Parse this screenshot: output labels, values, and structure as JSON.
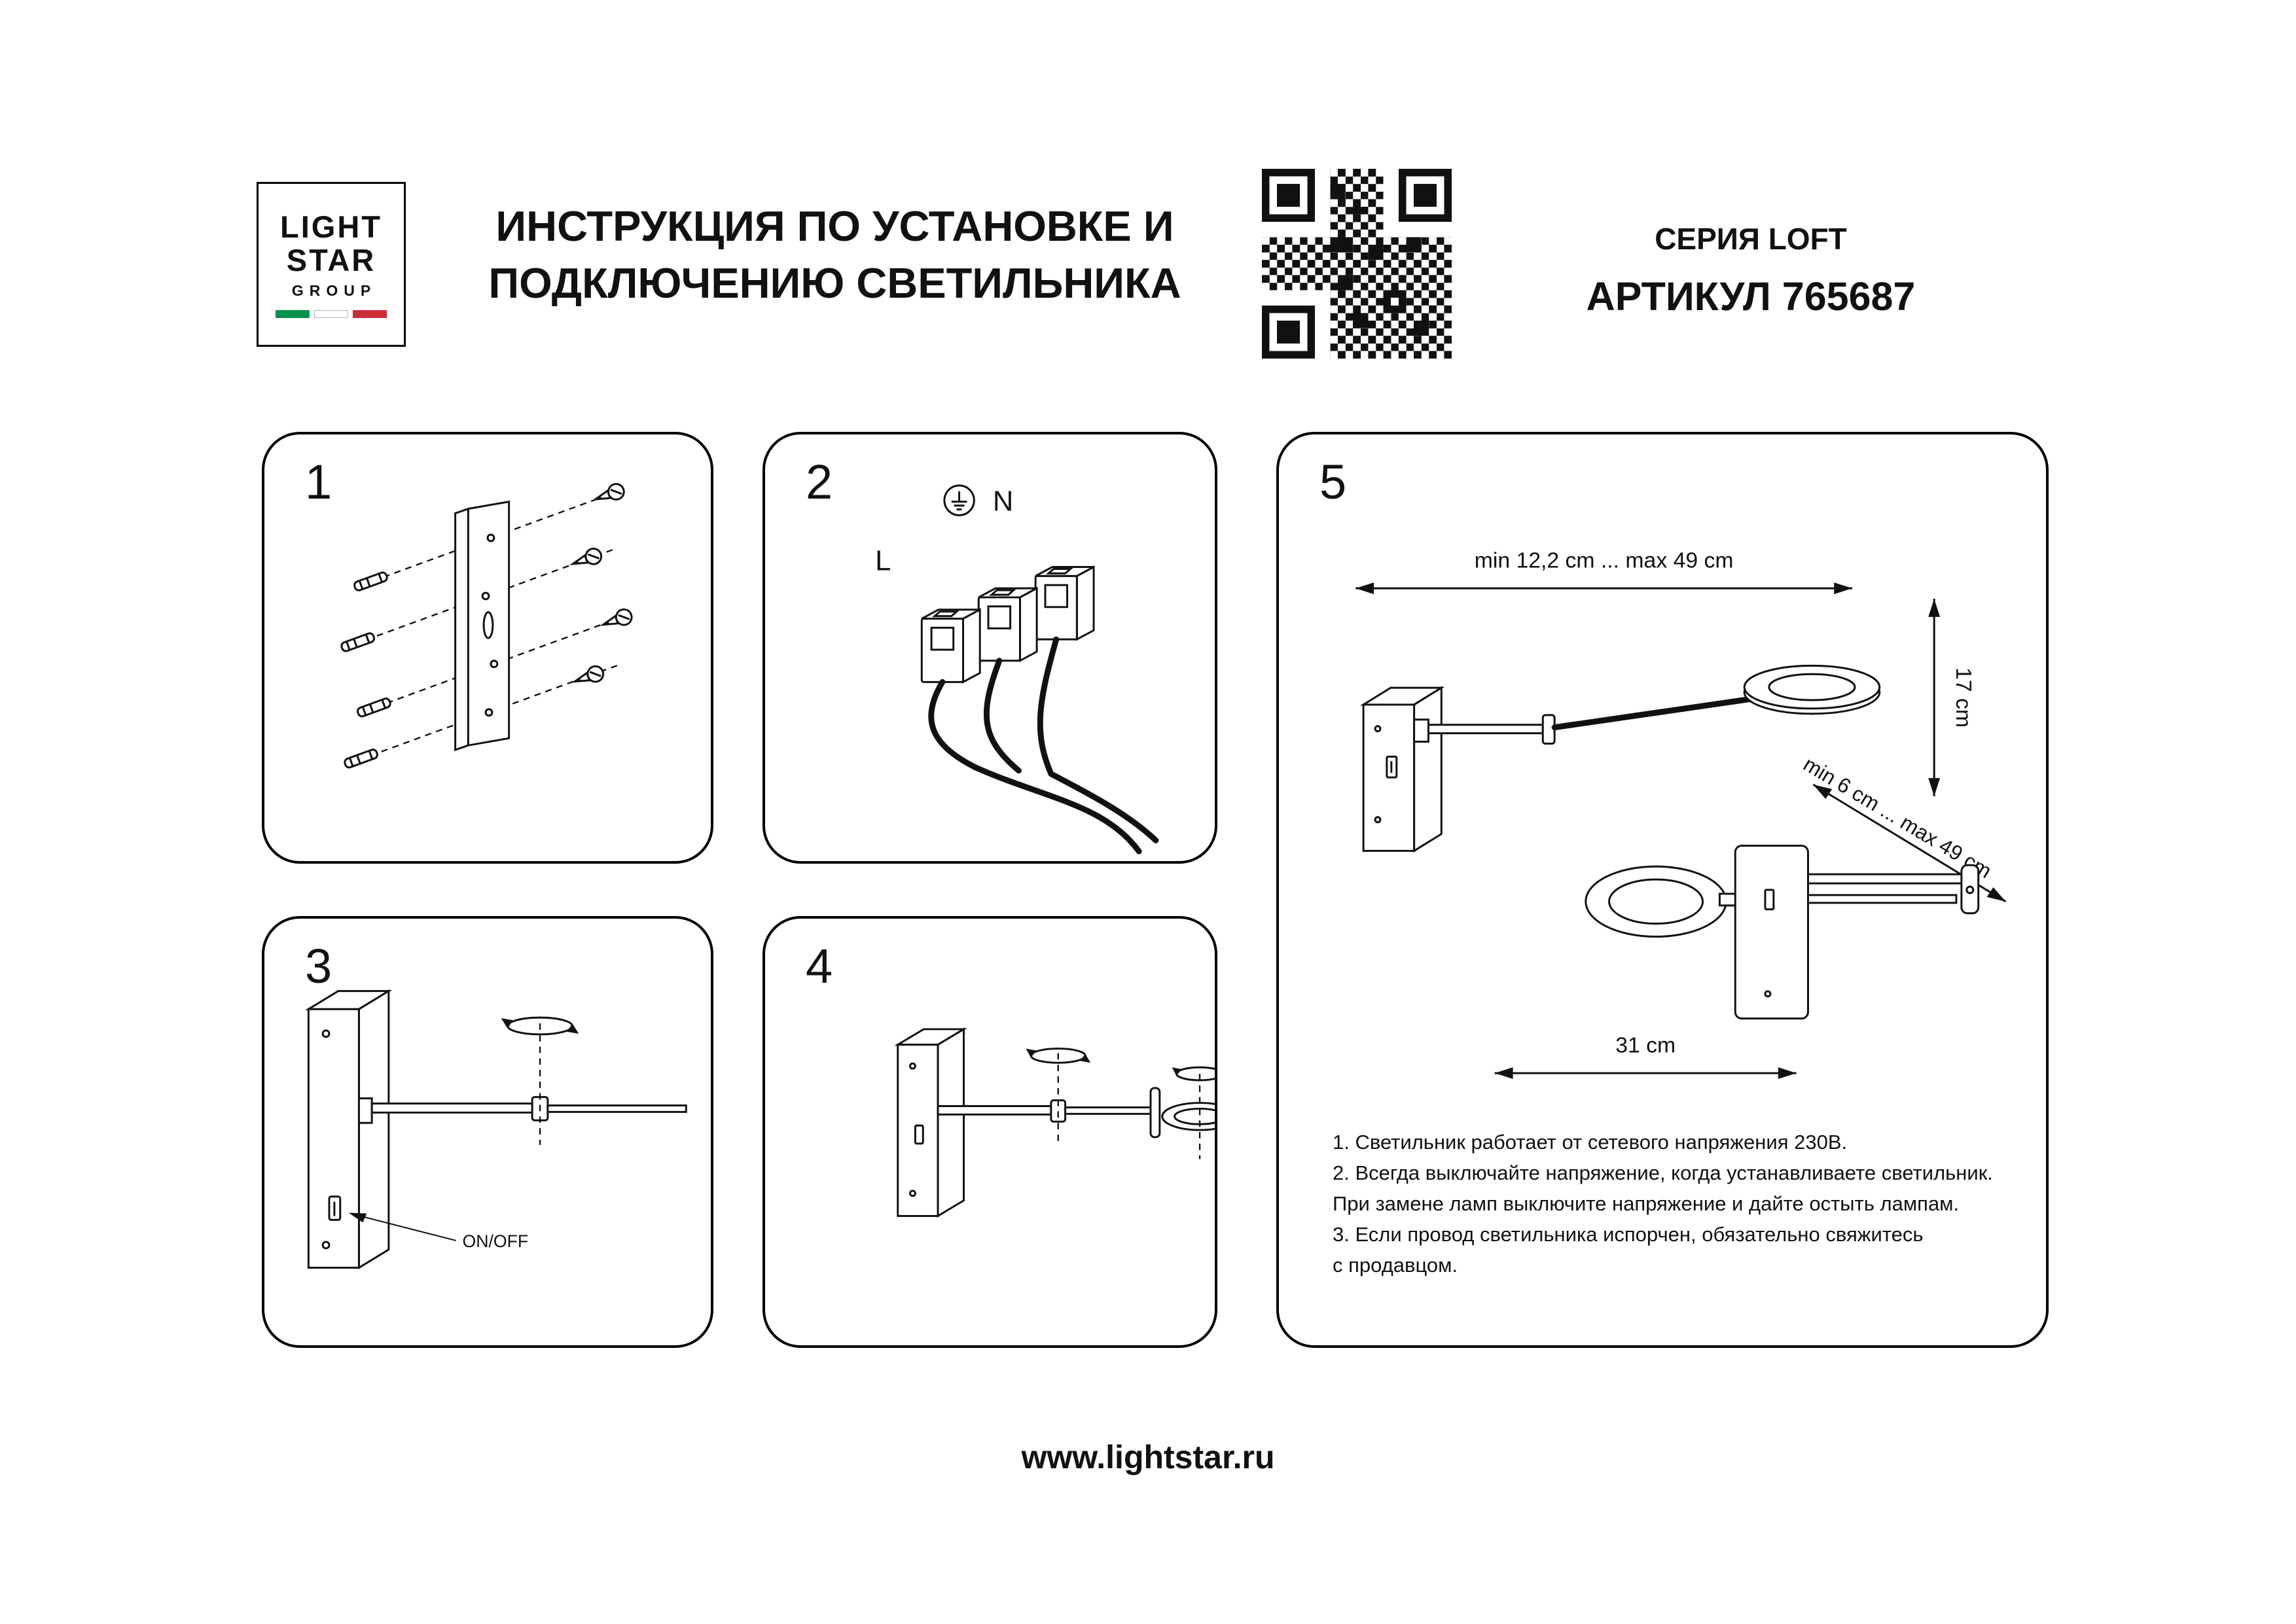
{
  "header": {
    "logo": {
      "line1": "LIGHT",
      "line2": "STAR",
      "line3": "GROUP"
    },
    "title": {
      "line1": "ИНСТРУКЦИЯ ПО УСТАНОВКЕ И",
      "line2": "ПОДКЛЮЧЕНИЮ СВЕТИЛЬНИКА"
    },
    "product": {
      "series": "СЕРИЯ LOFT",
      "article": "АРТИКУЛ 765687"
    }
  },
  "panels": {
    "p1": {
      "num": "1"
    },
    "p2": {
      "num": "2",
      "label_n": "N",
      "label_l": "L"
    },
    "p3": {
      "num": "3",
      "onoff": "ON/OFF"
    },
    "p4": {
      "num": "4"
    },
    "p5": {
      "num": "5",
      "dims": {
        "top": "min 12,2 cm ... max 49 cm",
        "height": "17 cm",
        "diag": "min 6 cm ... max 49 cm",
        "width": "31 cm"
      },
      "notes": [
        "1. Светильник работает от сетевого напряжения 230В.",
        "2. Всегда выключайте напряжение, когда устанавливаете светильник.",
        "При замене ламп выключите напряжение и дайте остыть лампам.",
        "3. Если провод светильника испорчен, обязательно свяжитесь",
        "с продавцом."
      ]
    }
  },
  "footer": {
    "url": "www.lightstar.ru"
  },
  "colors": {
    "ink": "#111111",
    "flag_green": "#009246",
    "flag_red": "#CE2B37"
  }
}
